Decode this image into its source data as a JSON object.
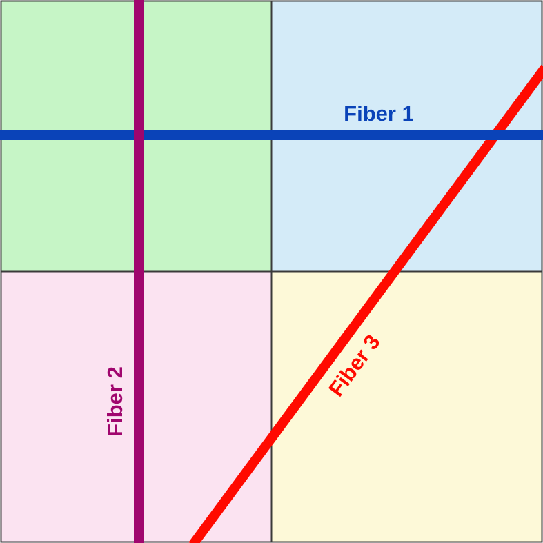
{
  "quadrants": {
    "top_left": {
      "color": "#c6f5c6"
    },
    "top_right": {
      "color": "#d4ebf8"
    },
    "bottom_left": {
      "color": "#fbe3f1"
    },
    "bottom_right": {
      "color": "#fdf9d8"
    }
  },
  "border_color": "#3a3a3a",
  "fibers": {
    "fiber1": {
      "label": "Fiber 1",
      "color": "#0a43b8"
    },
    "fiber2": {
      "label": "Fiber 2",
      "color": "#a0066e"
    },
    "fiber3": {
      "label": "Fiber 3",
      "color": "#ff0a00"
    }
  }
}
